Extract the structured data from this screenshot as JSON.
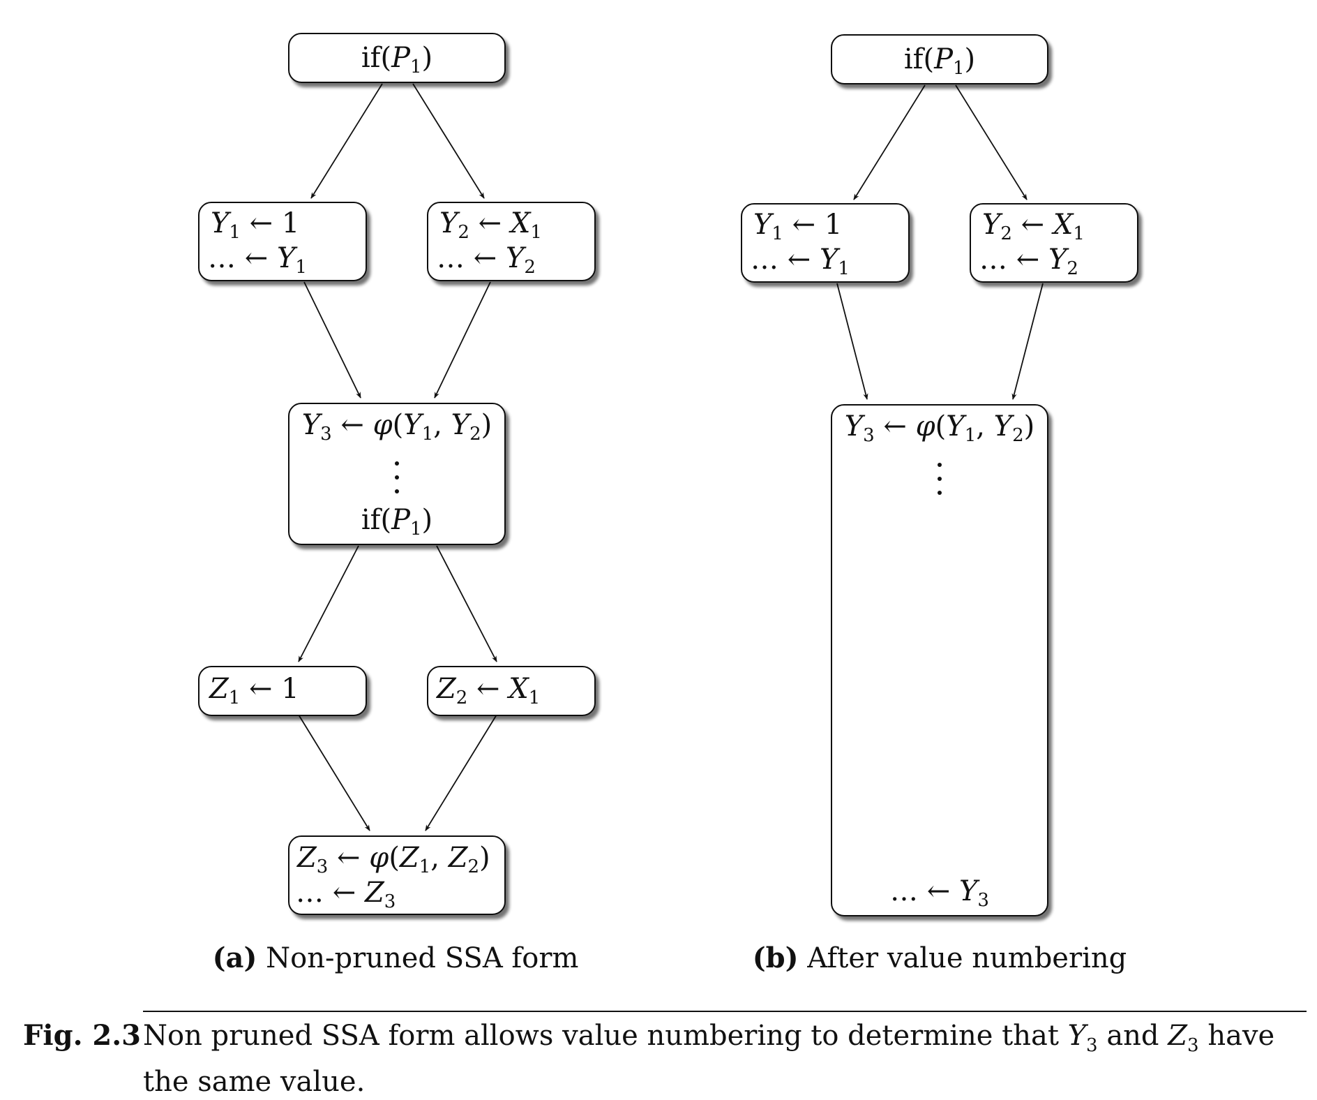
{
  "panel_a": {
    "caption_label": "(a)",
    "caption_text": "Non-pruned SSA form",
    "nodes": {
      "if1": "if(P1)",
      "y1": [
        "Y1 ← 1",
        "... ← Y1"
      ],
      "y2": [
        "Y2 ← X1",
        "... ← Y2"
      ],
      "y3": [
        "Y3 ← φ(Y1, Y2)",
        "⋮",
        "if(P1)"
      ],
      "z1": "Z1 ← 1",
      "z2": "Z2 ← X1",
      "z3": [
        "Z3 ← φ(Z1, Z2)",
        "... ← Z3"
      ]
    }
  },
  "panel_b": {
    "caption_label": "(b)",
    "caption_text": "After value numbering",
    "nodes": {
      "if1": "if(P1)",
      "y1": [
        "Y1 ← 1",
        "... ← Y1"
      ],
      "y2": [
        "Y2 ← X1",
        "... ← Y2"
      ],
      "y3": [
        "Y3 ← φ(Y1, Y2)",
        "⋮",
        "... ← Y3"
      ]
    }
  },
  "figure_caption": {
    "label": "Fig. 2.3",
    "text_1": "Non pruned SSA form allows value numbering to determine that",
    "text_2": "and",
    "text_3": "have the same value.",
    "var_a": "Y3",
    "var_b": "Z3"
  }
}
